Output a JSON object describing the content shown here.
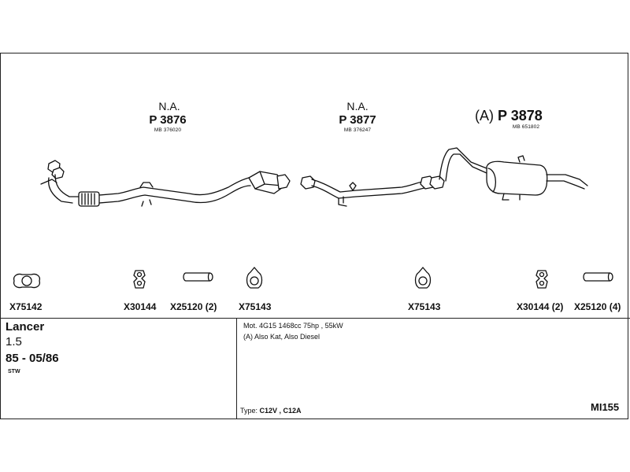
{
  "parts": {
    "front_pipe": {
      "variant": "N.A.",
      "number": "P 3876",
      "mb": "MB 376020"
    },
    "center_pipe": {
      "variant": "N.A.",
      "number": "P 3877",
      "mb": "MB 376247"
    },
    "rear_silencer": {
      "prefix": "(A)",
      "number": "P 3878",
      "mb": "MB 651802"
    }
  },
  "fittings": [
    {
      "code": "X75142",
      "icon": "gasket-icon"
    },
    {
      "code": "X30144",
      "icon": "rubber-hanger-icon"
    },
    {
      "code": "X25120 (2)",
      "icon": "sleeve-icon"
    },
    {
      "code": "X75143",
      "icon": "gasket-icon"
    },
    {
      "code": "X75143",
      "icon": "gasket-icon"
    },
    {
      "code": "X30144 (2)",
      "icon": "rubber-hanger-icon"
    },
    {
      "code": "X25120 (4)",
      "icon": "sleeve-icon"
    }
  ],
  "vehicle": {
    "model": "Lancer",
    "engine_size": "1.5",
    "years": "85 - 05/86",
    "body": "STW"
  },
  "notes": {
    "motor": "Mot. 4G15 1468cc 75hp , 55kW",
    "also": "(A) Also Kat, Also Diesel",
    "type_label": "Type:",
    "type_value": "C12V , C12A"
  },
  "reference": "MI155"
}
